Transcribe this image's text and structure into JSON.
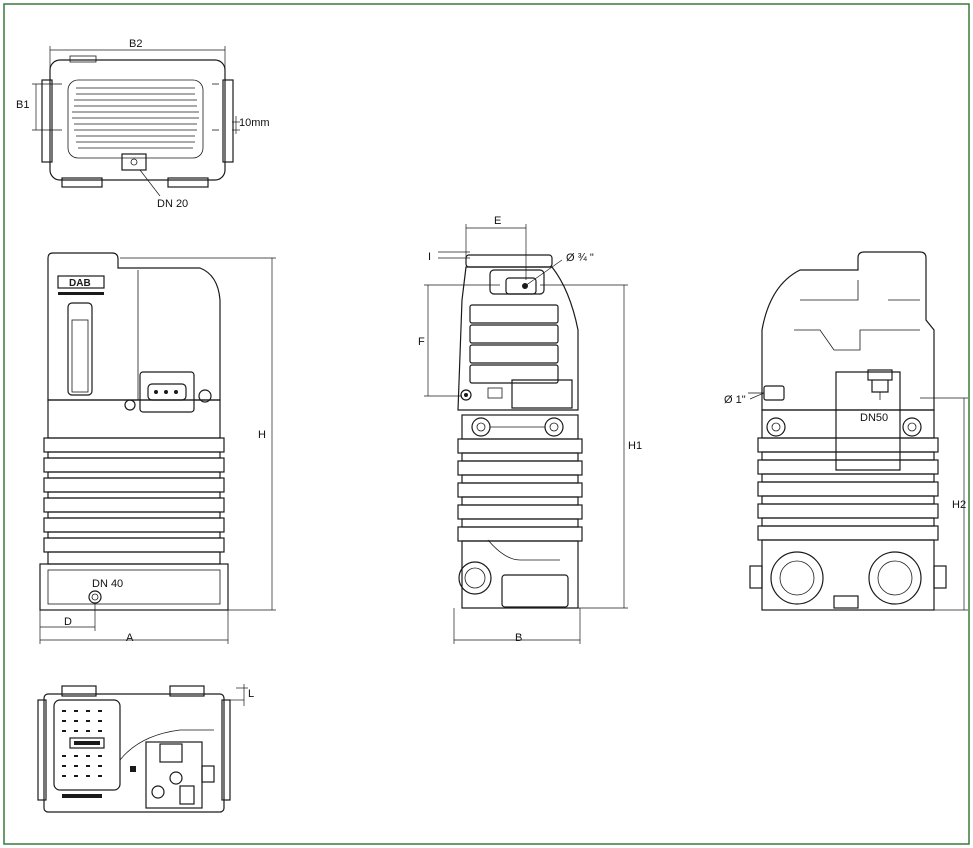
{
  "colors": {
    "frame": "#3a7a3a",
    "line": "#1a1a1a",
    "background": "#ffffff"
  },
  "labels": {
    "b2": "B2",
    "b1": "B1",
    "ten_mm": "10mm",
    "dn20": "DN 20",
    "h": "H",
    "dn40": "DN 40",
    "d": "D",
    "a": "A",
    "e": "E",
    "i": "I",
    "phi34": "Ø ¾ \"",
    "f": "F",
    "h1": "H1",
    "b": "B",
    "phi1": "Ø 1\"",
    "dn50": "DN50",
    "h2": "H2",
    "l": "L"
  },
  "brand": {
    "logo_text": "DAB"
  }
}
